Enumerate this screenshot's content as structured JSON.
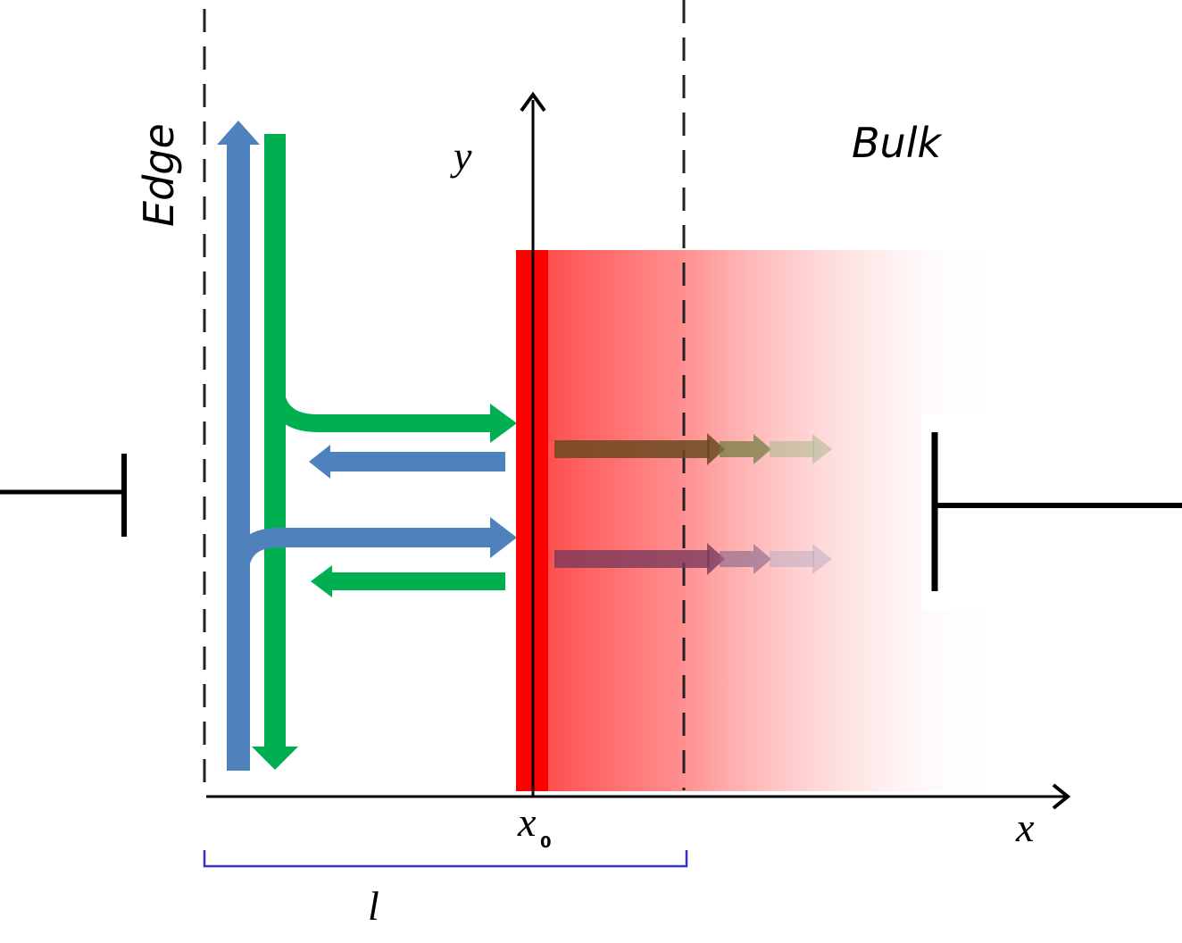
{
  "labels": {
    "edge": "Edge",
    "bulk": "Bulk",
    "y_axis": "y",
    "x_axis": "x",
    "x0_main": "x",
    "x0_sub": "0",
    "length": "l"
  },
  "colors": {
    "blue": "#4f81bd",
    "green": "#00b050",
    "red": "#ff0000",
    "axis": "#000000",
    "bracket": "#3333cc"
  }
}
